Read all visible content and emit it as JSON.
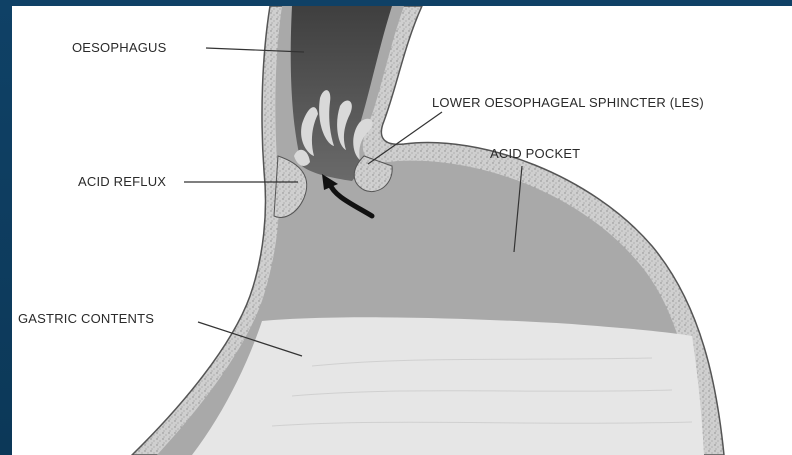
{
  "diagram": {
    "labels": {
      "oesophagus": "OESOPHAGUS",
      "les": "LOWER OESOPHAGEAL SPHINCTER (LES)",
      "acid_pocket": "ACID POCKET",
      "acid_reflux": "ACID REFLUX",
      "gastric_contents": "GASTRIC CONTENTS"
    }
  },
  "colors": {
    "background": "#0e3a5c",
    "panel": "#ffffff",
    "wall": "#c9c9c9",
    "lumen_dark": "#4d4d4d",
    "acid_pocket": "#a9a9a9",
    "gastric_contents": "#e6e6e6"
  }
}
